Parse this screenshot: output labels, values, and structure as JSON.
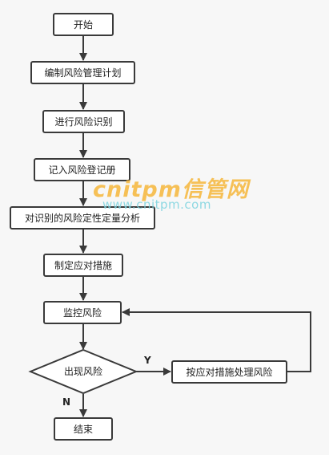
{
  "nodes": {
    "start": "开始",
    "plan": "编制风险管理计划",
    "identify": "进行风险识别",
    "register": "记入风险登记册",
    "qualitative": "对识别的风险定性定量分析",
    "response": "制定应对措施",
    "monitor": "监控风险",
    "decision": "出现风险",
    "handle": "按应对措施处理风险",
    "end": "结束"
  },
  "edges": {
    "yes_label": "Y",
    "no_label": "N"
  },
  "watermark": {
    "main": "cnitpm信管网",
    "sub": "www.cnitpm.com"
  },
  "colors": {
    "background": "#f7f7f7",
    "stroke": "#3a3a3a",
    "watermark_orange": "#f6b73a",
    "watermark_cyan": "#7cd3df"
  }
}
